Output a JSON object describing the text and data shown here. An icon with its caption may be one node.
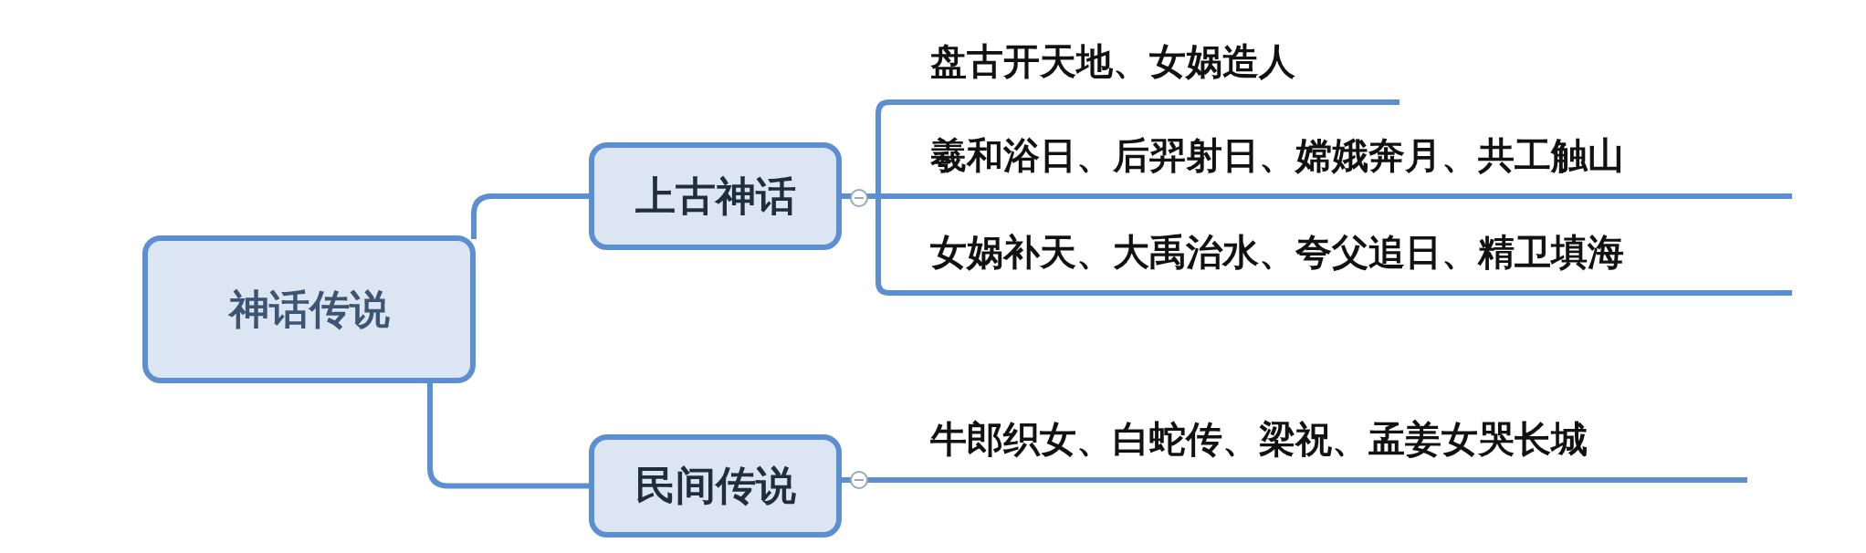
{
  "diagram": {
    "nodes": [
      {
        "text": [
          "神话传说"
        ]
      },
      {
        "text": [
          "上古神话"
        ]
      },
      {
        "text": [
          "民间传说"
        ]
      },
      {
        "text": [
          "盘古开天地、女娲造人"
        ]
      },
      {
        "text": [
          "羲和浴日、后羿射日、嫦娥奔月、共工触山"
        ]
      },
      {
        "text": [
          "女娲补天、大禹治水、夸父追日、精卫填海"
        ]
      },
      {
        "text": [
          "牛郎织女、白蛇传、梁祝、孟姜女哭长城"
        ]
      }
    ],
    "edges": [
      {
        "from": 0,
        "to": 1,
        "arrow": "none"
      },
      {
        "from": 0,
        "to": 2,
        "arrow": "none"
      },
      {
        "from": 1,
        "to": 3,
        "arrow": "none"
      },
      {
        "from": 1,
        "to": 4,
        "arrow": "none"
      },
      {
        "from": 1,
        "to": 5,
        "arrow": "none"
      },
      {
        "from": 2,
        "to": 6,
        "arrow": "none"
      }
    ]
  }
}
